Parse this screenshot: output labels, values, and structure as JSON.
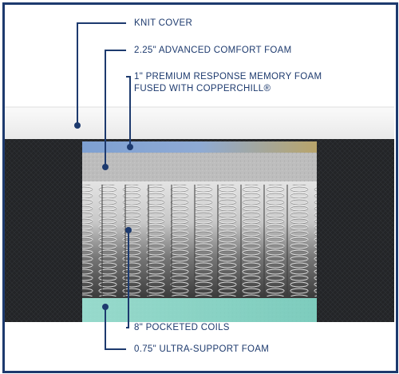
{
  "callouts": {
    "knit_cover": "KNIT COVER",
    "comfort_foam": "2.25\" ADVANCED COMFORT FOAM",
    "memory_foam_line1": "1\" PREMIUM RESPONSE MEMORY FOAM",
    "memory_foam_line2": "FUSED WITH COPPERCHILL®",
    "coils": "8\" POCKETED COILS",
    "support_foam": "0.75\" ULTRA-SUPPORT FOAM"
  },
  "colors": {
    "accent": "#1d3a6e",
    "cover": "#f3f3f3",
    "side_panel": "#222326",
    "blue_band": "#7f9fcd",
    "gray_foam": "#b9b9b9",
    "teal_foam": "#7fd6c3"
  },
  "icons": {
    "marker": "dot-icon"
  }
}
